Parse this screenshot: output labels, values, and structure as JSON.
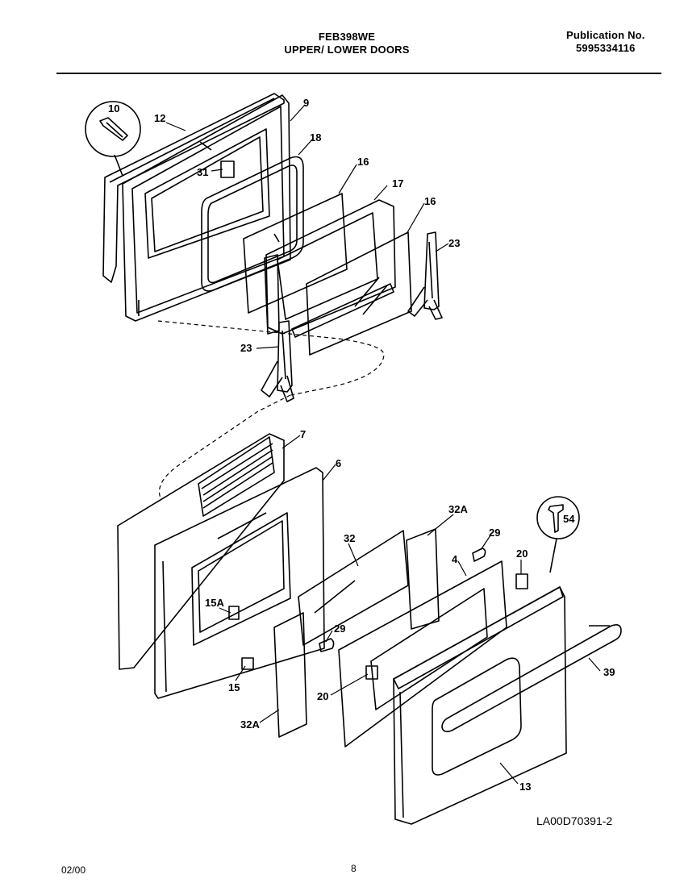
{
  "header": {
    "model": "FEB398WE",
    "section": "UPPER/ LOWER DOORS",
    "publication_label": "Publication No.",
    "publication_number": "5995334116"
  },
  "callouts": {
    "c10": "10",
    "c12": "12",
    "c9": "9",
    "c18": "18",
    "c31": "31",
    "c16a": "16",
    "c17": "17",
    "c16b": "16",
    "c23a": "23",
    "c23b": "23",
    "c7": "7",
    "c6": "6",
    "c32a_top": "32A",
    "c29a": "29",
    "c32": "32",
    "c54": "54",
    "c20a": "20",
    "c4": "4",
    "c15a": "15A",
    "c29b": "29",
    "c39": "39",
    "c15": "15",
    "c20b": "20",
    "c32a_bottom": "32A",
    "c13": "13"
  },
  "diagram_code": "LA00D70391-2",
  "footer": {
    "date": "02/00",
    "page": "8"
  }
}
